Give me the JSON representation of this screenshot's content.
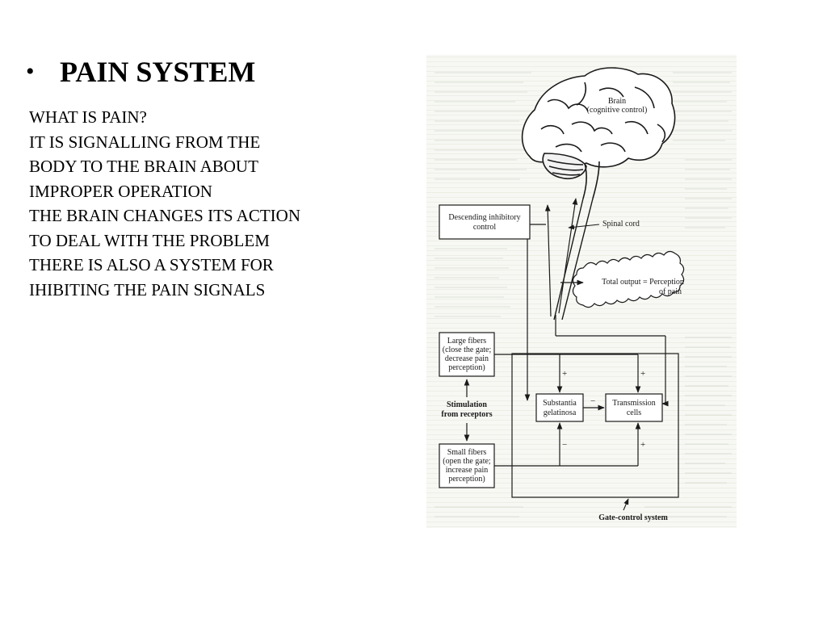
{
  "slide": {
    "bullet": "•",
    "title": "PAIN SYSTEM",
    "lines": [
      "WHAT IS PAIN?",
      "IT IS SIGNALLING FROM THE",
      "BODY TO THE BRAIN ABOUT",
      "IMPROPER OPERATION",
      "THE BRAIN CHANGES ITS ACTION",
      "TO DEAL WITH THE PROBLEM",
      "THERE IS ALSO A SYSTEM FOR",
      "IHIBITING THE PAIN SIGNALS"
    ]
  },
  "diagram": {
    "brain_label": [
      "Brain",
      "(cognitive control)"
    ],
    "spinal_cord_label": "Spinal cord",
    "descending_label": [
      "Descending inhibitory",
      "control"
    ],
    "output_label": [
      "Total output =  Perception",
      "of pain"
    ],
    "large_fibers_label": [
      "Large fibers",
      "(close the gate;",
      "decrease pain",
      "perception)"
    ],
    "stimulation_label": [
      "Stimulation",
      "from receptors"
    ],
    "small_fibers_label": [
      "Small fibers",
      "(open the gate;",
      "increase pain",
      "perception)"
    ],
    "substantia_label": [
      "Substantia",
      "gelatinosa"
    ],
    "transmission_label": [
      "Transmission",
      "cells"
    ],
    "gate_label": "Gate-control system",
    "signs": {
      "large_to_sg": "+",
      "large_to_tc": "+",
      "sg_to_tc": "−",
      "small_to_sg": "−",
      "small_to_tc": "+"
    }
  }
}
